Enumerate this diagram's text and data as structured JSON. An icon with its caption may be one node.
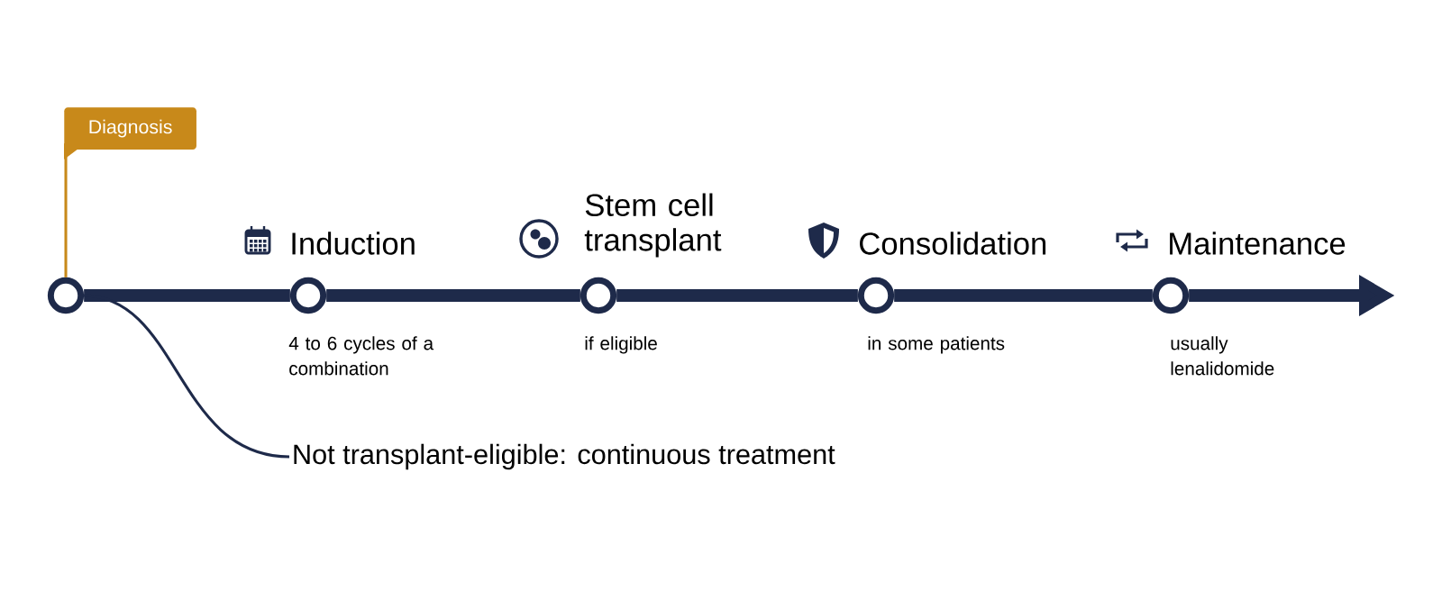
{
  "diagram": {
    "nodes": [
      {
        "text": [
          "Diagnosis"
        ]
      },
      {
        "text": [],
        "shape": "circle"
      },
      {
        "text": [],
        "shape": "circle",
        "beside": [
          "Induction",
          "4 to 6 cycles of a combination"
        ]
      },
      {
        "text": [],
        "shape": "circle",
        "beside": [
          "Stem cell transplant",
          "if eligible"
        ]
      },
      {
        "text": [],
        "shape": "circle",
        "beside": [
          "Consolidation",
          "in some patients"
        ]
      },
      {
        "text": [],
        "shape": "circle",
        "beside": [
          "Maintenance",
          "usually lenalidomide"
        ]
      },
      {
        "text": [
          "Not transplant-eligible: continuous treatment"
        ]
      }
    ],
    "edges": [
      {
        "from": 0,
        "to": 1,
        "arrow": "none",
        "color": "#c8891a"
      },
      {
        "from": 1,
        "to": 2,
        "arrow": "none"
      },
      {
        "from": 2,
        "to": 3,
        "arrow": "none"
      },
      {
        "from": 3,
        "to": 4,
        "arrow": "none"
      },
      {
        "from": 4,
        "to": 5,
        "arrow": "none"
      },
      {
        "from": 5,
        "to": null,
        "arrow": "to"
      },
      {
        "from": 1,
        "to": 6,
        "arrow": "none"
      }
    ]
  }
}
